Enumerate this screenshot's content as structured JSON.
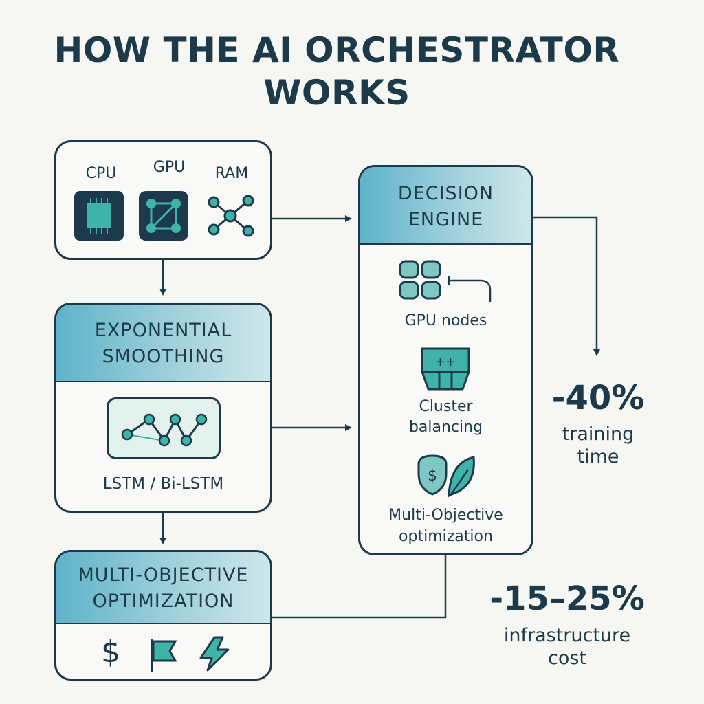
{
  "title": {
    "line1": "HOW THE AI ORCHESTRATOR",
    "line2": "WORKS"
  },
  "resources": {
    "cpu_label": "CPU",
    "gpu_label": "GPU",
    "ram_label": "RAM"
  },
  "smoothing": {
    "heading_line1": "EXPONENTIAL",
    "heading_line2": "SMOOTHING",
    "model_label": "LSTM / Bi-LSTM"
  },
  "optimization": {
    "heading_line1": "MULTI-OBJECTIVE",
    "heading_line2": "OPTIMIZATION",
    "icons": [
      "dollar-icon",
      "flag-icon",
      "lightning-icon"
    ],
    "dollar_symbol": "$"
  },
  "decision_engine": {
    "heading_line1": "DECISION",
    "heading_line2": "ENGINE",
    "items": [
      {
        "label_line1": "GPU nodes",
        "label_line2": "",
        "icon": "gpu-nodes-icon"
      },
      {
        "label_line1": "Cluster",
        "label_line2": "balancing",
        "icon": "cluster-icon",
        "icon_text": "++"
      },
      {
        "label_line1": "Multi-Objective",
        "label_line2": "optimization",
        "icon": "dollar-leaf-icon",
        "icon_text": "$"
      }
    ]
  },
  "results": {
    "training": {
      "value": "-40%",
      "line1": "training",
      "line2": "time"
    },
    "cost": {
      "value": "-15–25%",
      "line1": "infrastructure",
      "line2": "cost"
    }
  },
  "colors": {
    "dark": "#1c3a4a",
    "teal": "#3fb3a8",
    "band_start": "#5fb3c9",
    "band_end": "#cfe6ea",
    "background": "#f6f7f3"
  }
}
